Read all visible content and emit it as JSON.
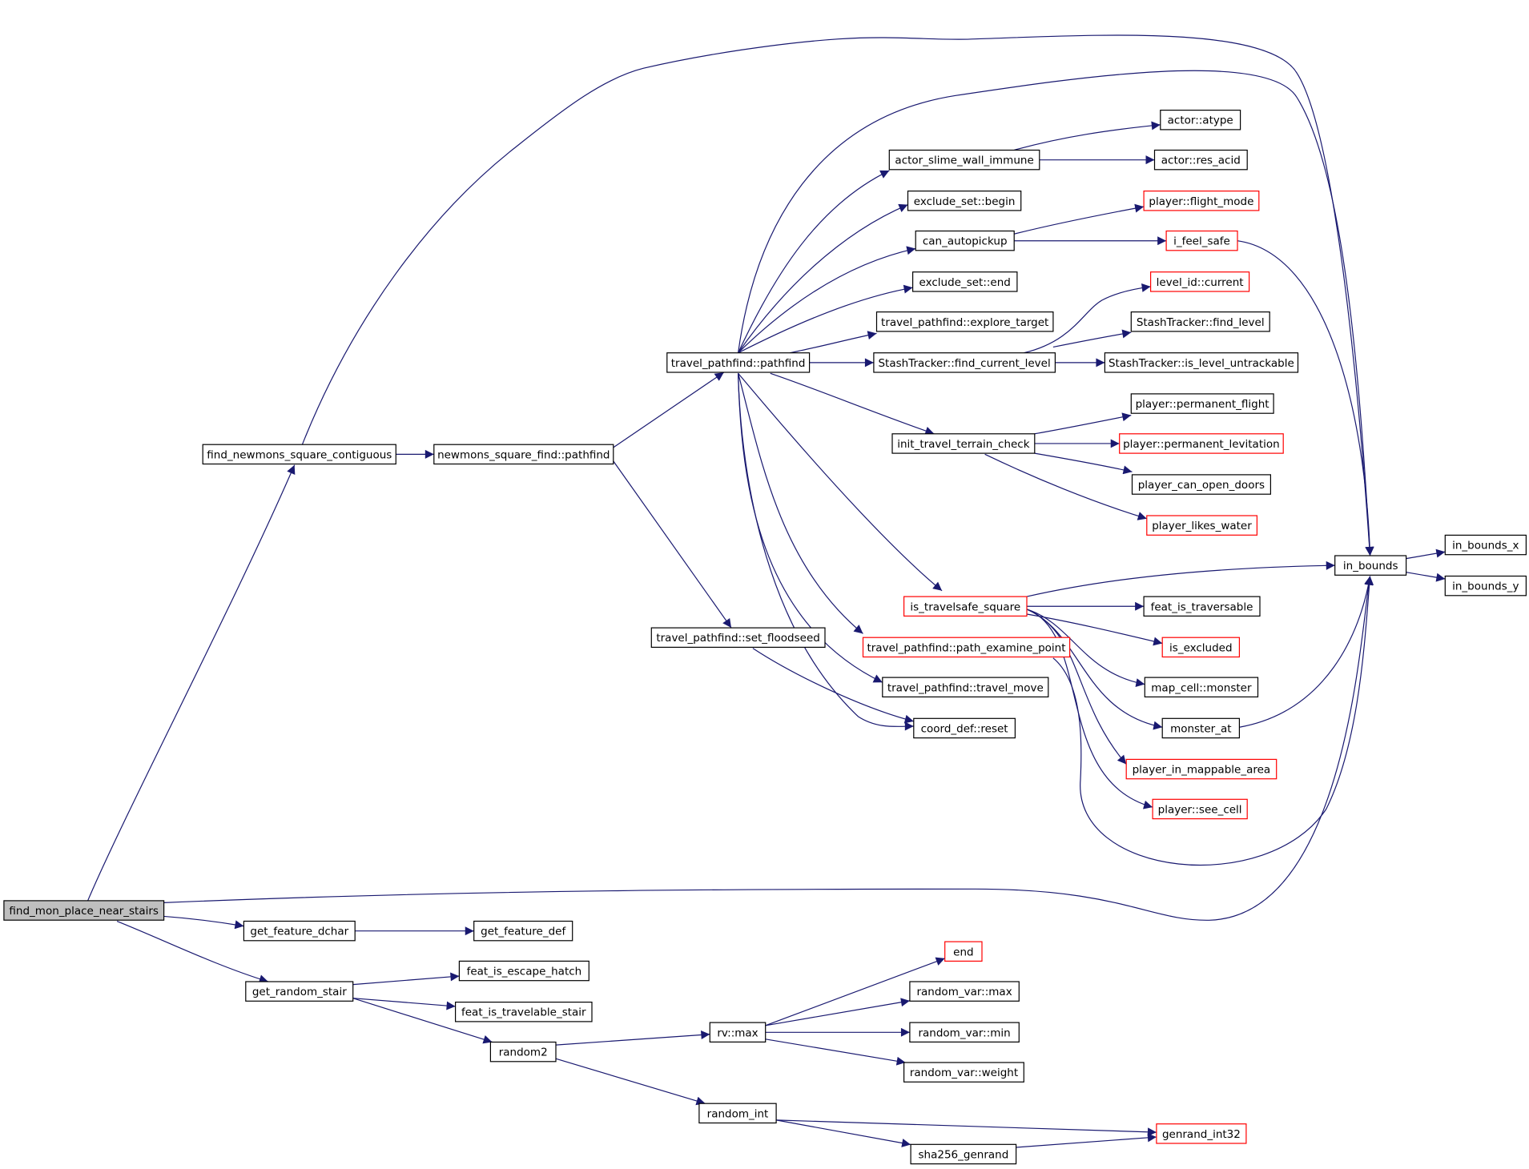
{
  "nodes": [
    {
      "id": "find_mon_place_near_stairs",
      "label": "find_mon_place_near_stairs",
      "style": "root"
    },
    {
      "id": "find_newmons_square_contiguous",
      "label": "find_newmons_square_contiguous",
      "style": "normal"
    },
    {
      "id": "newmons_square_find_pathfind",
      "label": "newmons_square_find::pathfind",
      "style": "normal"
    },
    {
      "id": "travel_pathfind_pathfind",
      "label": "travel_pathfind::pathfind",
      "style": "normal"
    },
    {
      "id": "travel_pathfind_set_floodseed",
      "label": "travel_pathfind::set_floodseed",
      "style": "normal"
    },
    {
      "id": "actor_slime_wall_immune",
      "label": "actor_slime_wall_immune",
      "style": "normal"
    },
    {
      "id": "exclude_set_begin",
      "label": "exclude_set::begin",
      "style": "normal"
    },
    {
      "id": "can_autopickup",
      "label": "can_autopickup",
      "style": "normal"
    },
    {
      "id": "exclude_set_end",
      "label": "exclude_set::end",
      "style": "normal"
    },
    {
      "id": "travel_pathfind_explore_target",
      "label": "travel_pathfind::explore_target",
      "style": "normal"
    },
    {
      "id": "StashTracker_find_current_level",
      "label": "StashTracker::find_current_level",
      "style": "normal"
    },
    {
      "id": "init_travel_terrain_check",
      "label": "init_travel_terrain_check",
      "style": "normal"
    },
    {
      "id": "is_travelsafe_square",
      "label": "is_travelsafe_square",
      "style": "red"
    },
    {
      "id": "travel_pathfind_path_examine_point",
      "label": "travel_pathfind::path_examine_point",
      "style": "red"
    },
    {
      "id": "travel_pathfind_travel_move",
      "label": "travel_pathfind::travel_move",
      "style": "normal"
    },
    {
      "id": "coord_def_reset",
      "label": "coord_def::reset",
      "style": "normal"
    },
    {
      "id": "actor_atype",
      "label": "actor::atype",
      "style": "normal"
    },
    {
      "id": "actor_res_acid",
      "label": "actor::res_acid",
      "style": "normal"
    },
    {
      "id": "player_flight_mode",
      "label": "player::flight_mode",
      "style": "red"
    },
    {
      "id": "i_feel_safe",
      "label": "i_feel_safe",
      "style": "red"
    },
    {
      "id": "level_id_current",
      "label": "level_id::current",
      "style": "red"
    },
    {
      "id": "StashTracker_find_level",
      "label": "StashTracker::find_level",
      "style": "normal"
    },
    {
      "id": "StashTracker_is_level_untrackable",
      "label": "StashTracker::is_level_untrackable",
      "style": "normal"
    },
    {
      "id": "player_permanent_flight",
      "label": "player::permanent_flight",
      "style": "normal"
    },
    {
      "id": "player_permanent_levitation",
      "label": "player::permanent_levitation",
      "style": "red"
    },
    {
      "id": "player_can_open_doors",
      "label": "player_can_open_doors",
      "style": "normal"
    },
    {
      "id": "player_likes_water",
      "label": "player_likes_water",
      "style": "red"
    },
    {
      "id": "in_bounds",
      "label": "in_bounds",
      "style": "normal"
    },
    {
      "id": "in_bounds_x",
      "label": "in_bounds_x",
      "style": "normal"
    },
    {
      "id": "in_bounds_y",
      "label": "in_bounds_y",
      "style": "normal"
    },
    {
      "id": "feat_is_traversable",
      "label": "feat_is_traversable",
      "style": "normal"
    },
    {
      "id": "is_excluded",
      "label": "is_excluded",
      "style": "red"
    },
    {
      "id": "map_cell_monster",
      "label": "map_cell::monster",
      "style": "normal"
    },
    {
      "id": "monster_at",
      "label": "monster_at",
      "style": "normal"
    },
    {
      "id": "player_in_mappable_area",
      "label": "player_in_mappable_area",
      "style": "red"
    },
    {
      "id": "player_see_cell",
      "label": "player::see_cell",
      "style": "red"
    },
    {
      "id": "get_feature_dchar",
      "label": "get_feature_dchar",
      "style": "normal"
    },
    {
      "id": "get_feature_def",
      "label": "get_feature_def",
      "style": "normal"
    },
    {
      "id": "get_random_stair",
      "label": "get_random_stair",
      "style": "normal"
    },
    {
      "id": "feat_is_escape_hatch",
      "label": "feat_is_escape_hatch",
      "style": "normal"
    },
    {
      "id": "feat_is_travelable_stair",
      "label": "feat_is_travelable_stair",
      "style": "normal"
    },
    {
      "id": "random2",
      "label": "random2",
      "style": "normal"
    },
    {
      "id": "rv_max",
      "label": "rv::max",
      "style": "normal"
    },
    {
      "id": "end",
      "label": "end",
      "style": "red"
    },
    {
      "id": "random_var_max",
      "label": "random_var::max",
      "style": "normal"
    },
    {
      "id": "random_var_min",
      "label": "random_var::min",
      "style": "normal"
    },
    {
      "id": "random_var_weight",
      "label": "random_var::weight",
      "style": "normal"
    },
    {
      "id": "random_int",
      "label": "random_int",
      "style": "normal"
    },
    {
      "id": "genrand_int32",
      "label": "genrand_int32",
      "style": "red"
    },
    {
      "id": "sha256_genrand",
      "label": "sha256_genrand",
      "style": "normal"
    }
  ],
  "edges": [
    [
      "find_mon_place_near_stairs",
      "find_newmons_square_contiguous"
    ],
    [
      "find_mon_place_near_stairs",
      "in_bounds"
    ],
    [
      "find_mon_place_near_stairs",
      "get_feature_dchar"
    ],
    [
      "find_mon_place_near_stairs",
      "get_random_stair"
    ],
    [
      "find_newmons_square_contiguous",
      "newmons_square_find_pathfind"
    ],
    [
      "find_newmons_square_contiguous",
      "in_bounds"
    ],
    [
      "newmons_square_find_pathfind",
      "travel_pathfind_pathfind"
    ],
    [
      "newmons_square_find_pathfind",
      "travel_pathfind_set_floodseed"
    ],
    [
      "travel_pathfind_pathfind",
      "in_bounds"
    ],
    [
      "travel_pathfind_pathfind",
      "actor_slime_wall_immune"
    ],
    [
      "travel_pathfind_pathfind",
      "exclude_set_begin"
    ],
    [
      "travel_pathfind_pathfind",
      "can_autopickup"
    ],
    [
      "travel_pathfind_pathfind",
      "exclude_set_end"
    ],
    [
      "travel_pathfind_pathfind",
      "travel_pathfind_explore_target"
    ],
    [
      "travel_pathfind_pathfind",
      "StashTracker_find_current_level"
    ],
    [
      "travel_pathfind_pathfind",
      "init_travel_terrain_check"
    ],
    [
      "travel_pathfind_pathfind",
      "is_travelsafe_square"
    ],
    [
      "travel_pathfind_pathfind",
      "travel_pathfind_path_examine_point"
    ],
    [
      "travel_pathfind_pathfind",
      "travel_pathfind_travel_move"
    ],
    [
      "travel_pathfind_pathfind",
      "coord_def_reset"
    ],
    [
      "travel_pathfind_set_floodseed",
      "coord_def_reset"
    ],
    [
      "actor_slime_wall_immune",
      "actor_atype"
    ],
    [
      "actor_slime_wall_immune",
      "actor_res_acid"
    ],
    [
      "can_autopickup",
      "player_flight_mode"
    ],
    [
      "can_autopickup",
      "i_feel_safe"
    ],
    [
      "i_feel_safe",
      "in_bounds"
    ],
    [
      "StashTracker_find_current_level",
      "level_id_current"
    ],
    [
      "StashTracker_find_current_level",
      "StashTracker_find_level"
    ],
    [
      "StashTracker_find_current_level",
      "StashTracker_is_level_untrackable"
    ],
    [
      "init_travel_terrain_check",
      "player_permanent_flight"
    ],
    [
      "init_travel_terrain_check",
      "player_permanent_levitation"
    ],
    [
      "init_travel_terrain_check",
      "player_can_open_doors"
    ],
    [
      "init_travel_terrain_check",
      "player_likes_water"
    ],
    [
      "is_travelsafe_square",
      "in_bounds"
    ],
    [
      "is_travelsafe_square",
      "feat_is_traversable"
    ],
    [
      "is_travelsafe_square",
      "is_excluded"
    ],
    [
      "is_travelsafe_square",
      "map_cell_monster"
    ],
    [
      "is_travelsafe_square",
      "monster_at"
    ],
    [
      "is_travelsafe_square",
      "player_in_mappable_area"
    ],
    [
      "is_travelsafe_square",
      "player_see_cell"
    ],
    [
      "travel_pathfind_path_examine_point",
      "in_bounds"
    ],
    [
      "monster_at",
      "in_bounds"
    ],
    [
      "in_bounds",
      "in_bounds_x"
    ],
    [
      "in_bounds",
      "in_bounds_y"
    ],
    [
      "get_feature_dchar",
      "get_feature_def"
    ],
    [
      "get_random_stair",
      "feat_is_escape_hatch"
    ],
    [
      "get_random_stair",
      "feat_is_travelable_stair"
    ],
    [
      "get_random_stair",
      "random2"
    ],
    [
      "random2",
      "rv_max"
    ],
    [
      "random2",
      "random_int"
    ],
    [
      "rv_max",
      "end"
    ],
    [
      "rv_max",
      "random_var_max"
    ],
    [
      "rv_max",
      "random_var_min"
    ],
    [
      "rv_max",
      "random_var_weight"
    ],
    [
      "random_int",
      "genrand_int32"
    ],
    [
      "random_int",
      "sha256_genrand"
    ],
    [
      "sha256_genrand",
      "genrand_int32"
    ]
  ],
  "colors": {
    "edge": "#191970",
    "box_border": "#000000",
    "box_border_red": "#ff0000",
    "root_fill": "#bfbfbf",
    "box_fill": "#ffffff"
  }
}
